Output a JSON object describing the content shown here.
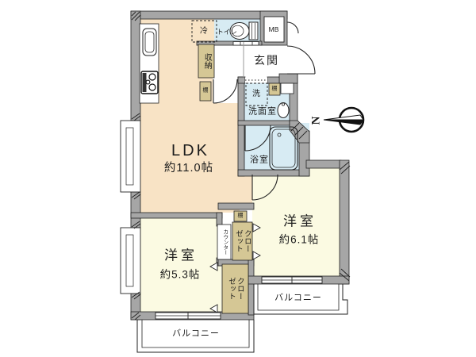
{
  "rooms": {
    "ldk": {
      "name": "LDK",
      "size": "約11.0帖"
    },
    "bedroom_right": {
      "name": "洋室",
      "size": "約6.1帖"
    },
    "bedroom_left": {
      "name": "洋室",
      "size": "約5.3帖"
    },
    "entrance": {
      "name": "玄関"
    },
    "washroom": {
      "name": "洗面室"
    },
    "bathroom": {
      "name": "浴室"
    },
    "toilet": {
      "name": "トイレ"
    }
  },
  "features": {
    "refrigerator": "冷",
    "storage": "収納",
    "shelf": "棚",
    "washer": "洗",
    "meter_box": "MB",
    "counter": "カウンター",
    "closet_col1": "クロー",
    "closet_col2": "ゼット",
    "balcony": "バルコニー"
  },
  "compass": {
    "north": "N"
  },
  "colors": {
    "wall": "#a6a6a6",
    "ldk_floor": "#f8e3c5",
    "bedroom_floor": "#fbfae2",
    "wet_area": "#d7ebf3",
    "storage_fill": "#d5c795"
  }
}
